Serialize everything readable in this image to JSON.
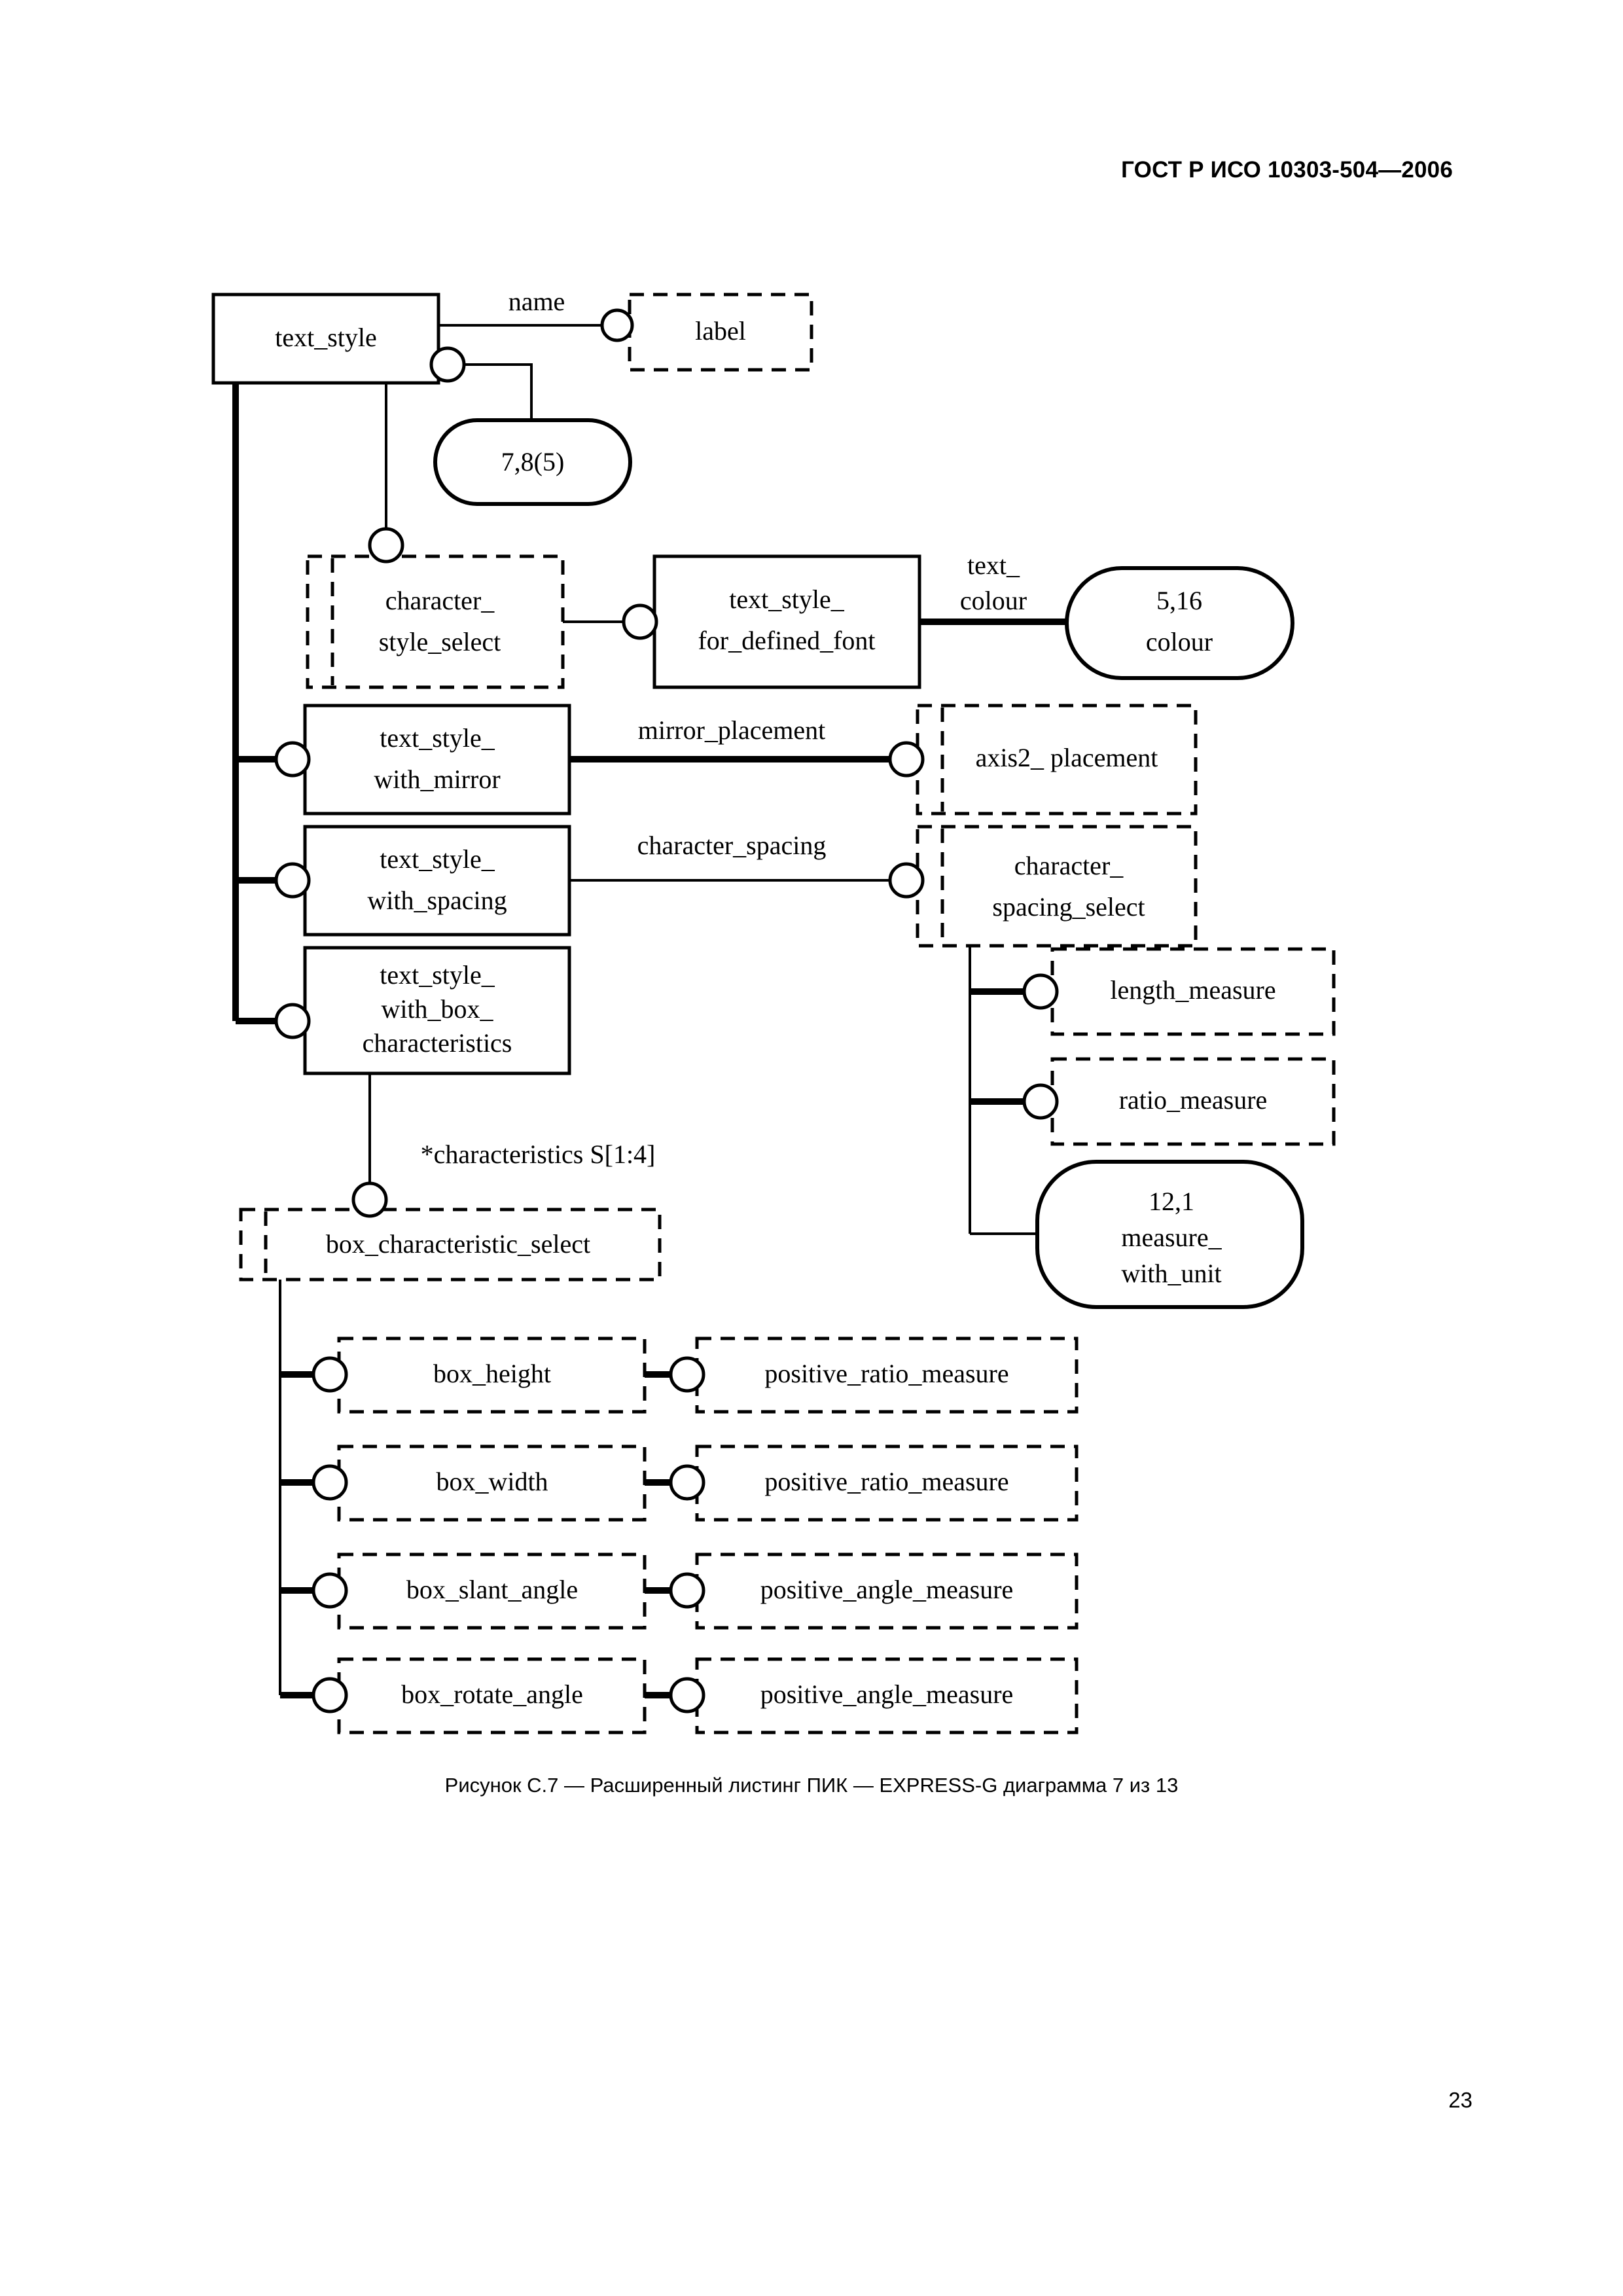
{
  "header": {
    "standard_title": "ГОСТ Р ИСО 10303-504—2006"
  },
  "page": {
    "number": "23",
    "caption": "Рисунок С.7 — Расширенный листинг ПИК — EXPRESS-G диаграмма 7 из 13"
  },
  "diagram": {
    "type": "EXPRESS-G",
    "root": {
      "label": "text_style",
      "kind": "entity"
    },
    "nodes": {
      "label": {
        "label": "label",
        "kind": "defined-type"
      },
      "page_ref_78": {
        "label": "7,8(5)",
        "kind": "page-reference"
      },
      "character_style_select": {
        "line1": "character_",
        "line2": "style_select",
        "kind": "select"
      },
      "text_style_for_defined_font": {
        "line1": "text_style_",
        "line2": "for_defined_font",
        "kind": "entity"
      },
      "page_ref_516": {
        "line1": "5,16",
        "line2": "colour",
        "kind": "page-reference"
      },
      "text_style_with_mirror": {
        "line1": "text_style_",
        "line2": "with_mirror",
        "kind": "entity"
      },
      "axis2_placement": {
        "label": "axis2_ placement",
        "kind": "select"
      },
      "text_style_with_spacing": {
        "line1": "text_style_",
        "line2": "with_spacing",
        "kind": "entity"
      },
      "character_spacing_select": {
        "line1": "character_",
        "line2": "spacing_select",
        "kind": "select"
      },
      "text_style_with_box_characteristics": {
        "line1": "text_style_",
        "line2": "with_box_",
        "line3": "characteristics",
        "kind": "entity"
      },
      "length_measure": {
        "label": "length_measure",
        "kind": "defined-type"
      },
      "ratio_measure": {
        "label": "ratio_measure",
        "kind": "defined-type"
      },
      "page_ref_121": {
        "line1": "12,1",
        "line2": "measure_",
        "line3": "with_unit",
        "kind": "page-reference"
      },
      "box_characteristic_select": {
        "label": "box_characteristic_select",
        "kind": "select"
      },
      "box_height": {
        "label": "box_height",
        "kind": "defined-type"
      },
      "positive_ratio_measure_1": {
        "label": "positive_ratio_measure",
        "kind": "defined-type"
      },
      "box_width": {
        "label": "box_width",
        "kind": "defined-type"
      },
      "positive_ratio_measure_2": {
        "label": "positive_ratio_measure",
        "kind": "defined-type"
      },
      "box_slant_angle": {
        "label": "box_slant_angle",
        "kind": "defined-type"
      },
      "positive_angle_measure_1": {
        "label": "positive_angle_measure",
        "kind": "defined-type"
      },
      "box_rotate_angle": {
        "label": "box_rotate_angle",
        "kind": "defined-type"
      },
      "positive_angle_measure_2": {
        "label": "positive_angle_measure",
        "kind": "defined-type"
      }
    },
    "relationship_labels": {
      "name": "name",
      "text_colour_line1": "text_",
      "text_colour_line2": "colour",
      "mirror_placement": "mirror_placement",
      "character_spacing": "character_spacing",
      "characteristics": "*characteristics S[1:4]"
    }
  }
}
